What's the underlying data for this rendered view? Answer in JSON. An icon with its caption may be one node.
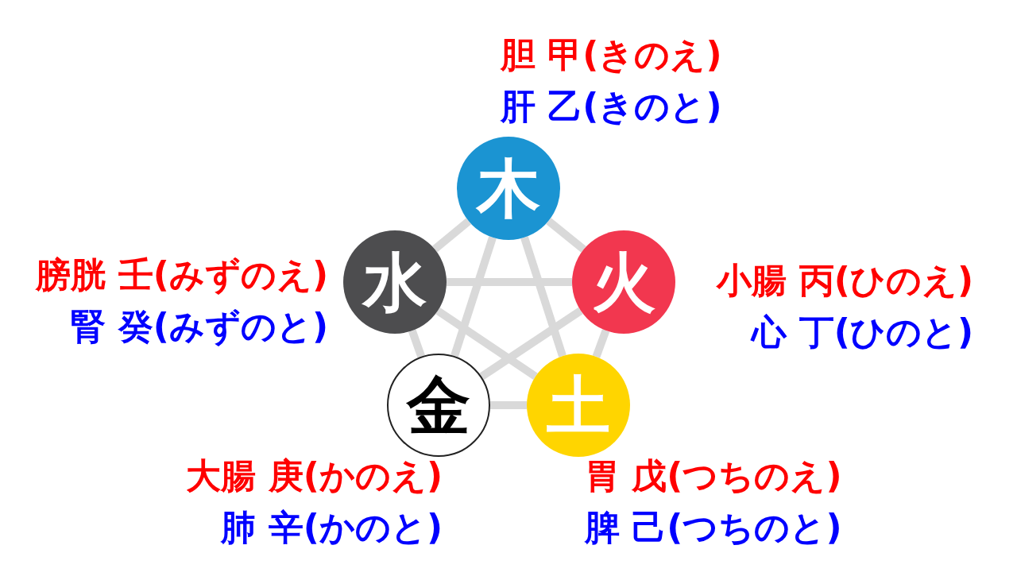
{
  "diagram": {
    "nodes": [
      {
        "text": [
          "木"
        ],
        "beside": [
          "胆 甲(きのえ)",
          "肝 乙(きのと)"
        ]
      },
      {
        "text": [
          "水"
        ],
        "beside": [
          "膀胱 壬(みずのえ)",
          "腎 癸(みずのと)"
        ]
      },
      {
        "text": [
          "火"
        ],
        "beside": [
          "小腸 丙(ひのえ)",
          "心 丁(ひのと)"
        ]
      },
      {
        "text": [
          "金"
        ],
        "beside": [
          "大腸 庚(かのえ)",
          "肺 辛(かのと)"
        ]
      },
      {
        "text": [
          "土"
        ],
        "beside": [
          "胃 戊(つちのえ)",
          "脾 己(つちのと)"
        ]
      }
    ],
    "edges": [
      {
        "from": 0,
        "to": 2,
        "arrow": "none"
      },
      {
        "from": 2,
        "to": 4,
        "arrow": "none"
      },
      {
        "from": 4,
        "to": 3,
        "arrow": "none"
      },
      {
        "from": 3,
        "to": 1,
        "arrow": "none"
      },
      {
        "from": 1,
        "to": 0,
        "arrow": "none"
      },
      {
        "from": 0,
        "to": 4,
        "arrow": "none"
      },
      {
        "from": 0,
        "to": 3,
        "arrow": "none"
      },
      {
        "from": 1,
        "to": 2,
        "arrow": "none"
      },
      {
        "from": 1,
        "to": 4,
        "arrow": "none"
      },
      {
        "from": 3,
        "to": 2,
        "arrow": "none"
      }
    ]
  }
}
